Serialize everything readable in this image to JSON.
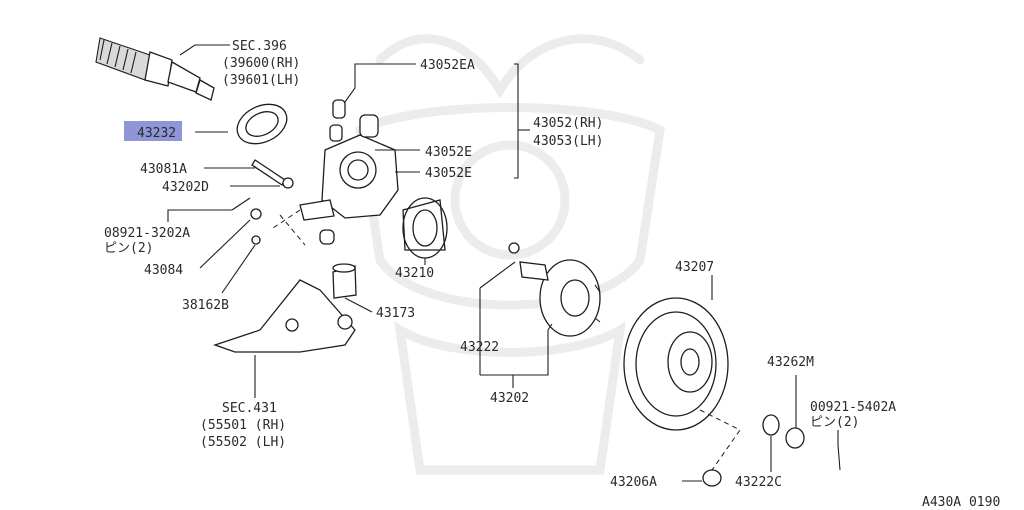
{
  "diagram": {
    "highlight_color": "#8f96d8",
    "watermark_color": "#ececec",
    "figure_code": "A430A 0190",
    "labels": {
      "sec396": "SEC.396",
      "p39600": "(39600(RH)",
      "p39601": "(39601(LH)",
      "p43232": "43232",
      "p43052EA": "43052EA",
      "p43052": "43052(RH)",
      "p43053": "43053(LH)",
      "p43052E_1": "43052E",
      "p43052E_2": "43052E",
      "p43081A": "43081A",
      "p43202D": "43202D",
      "p08921_3202A": "08921-3202A",
      "pin2_a": "ピン(2)",
      "p43084": "43084",
      "p38162B": "38162B",
      "p43210": "43210",
      "p43173": "43173",
      "sec431": "SEC.431",
      "p55501": "(55501 (RH)",
      "p55502": "(55502 (LH)",
      "p43222": "43222",
      "p43202": "43202",
      "p43207": "43207",
      "p43262M": "43262M",
      "p00921_5402A": "00921-5402A",
      "pin2_b": "ピン(2)",
      "p43206A": "43206A",
      "p43222C": "43222C"
    }
  }
}
